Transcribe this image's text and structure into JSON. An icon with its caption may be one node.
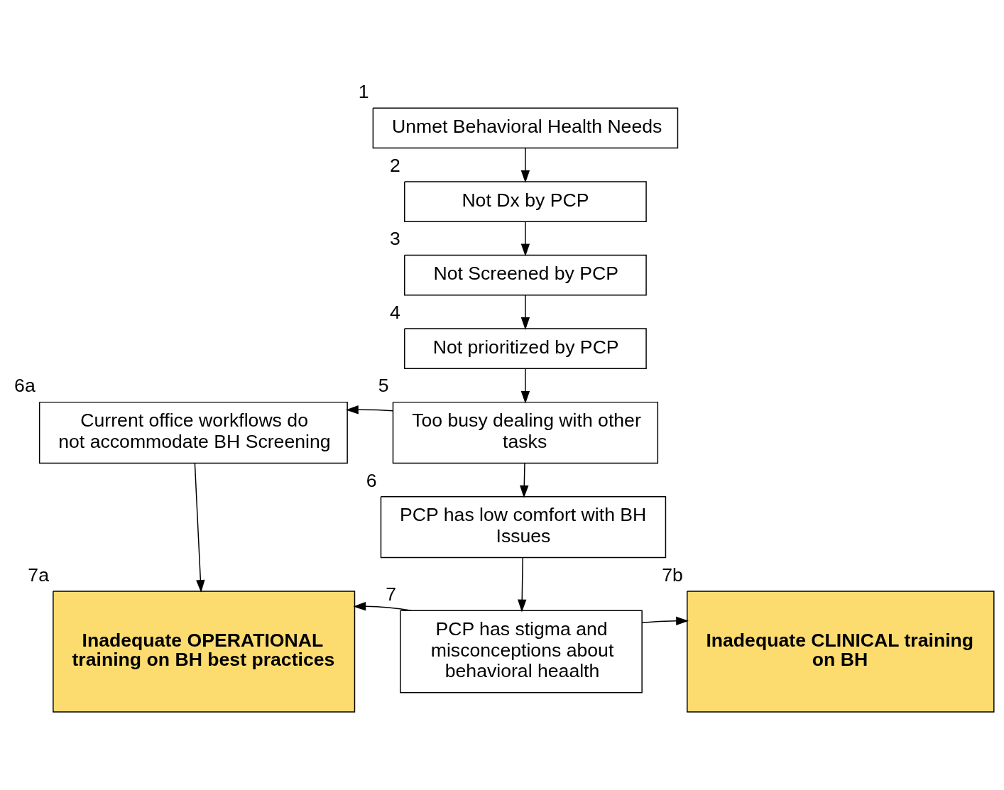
{
  "diagram": {
    "nodes": [
      {
        "text": [
          "Unmet Behavioral Health Needs"
        ],
        "beside": [
          "1"
        ]
      },
      {
        "text": [
          "Not Dx by PCP"
        ],
        "beside": [
          "2"
        ]
      },
      {
        "text": [
          "Not Screened by PCP"
        ],
        "beside": [
          "3"
        ]
      },
      {
        "text": [
          "Not prioritized by PCP"
        ],
        "beside": [
          "4"
        ]
      },
      {
        "text": [
          "Too busy dealing with other tasks"
        ],
        "beside": [
          "5"
        ]
      },
      {
        "text": [
          "Current office workflows do not accommodate BH Screening"
        ],
        "beside": [
          "6a"
        ]
      },
      {
        "text": [
          "PCP has low comfort with BH Issues"
        ],
        "beside": [
          "6"
        ]
      },
      {
        "text": [
          "Inadequate OPERATIONAL training on BH best practices"
        ],
        "beside": [
          "7a"
        ]
      },
      {
        "text": [
          "PCP has stigma and misconceptions about behavioral heaalth"
        ],
        "beside": [
          "7"
        ]
      },
      {
        "text": [
          "Inadequate CLINICAL training on BH"
        ],
        "beside": [
          "7b"
        ]
      }
    ],
    "edges": [
      {
        "from": 0,
        "to": 1,
        "arrow": "to"
      },
      {
        "from": 1,
        "to": 2,
        "arrow": "to"
      },
      {
        "from": 2,
        "to": 3,
        "arrow": "to"
      },
      {
        "from": 3,
        "to": 4,
        "arrow": "to"
      },
      {
        "from": 4,
        "to": 5,
        "arrow": "to"
      },
      {
        "from": 4,
        "to": 6,
        "arrow": "to"
      },
      {
        "from": 5,
        "to": 7,
        "arrow": "to"
      },
      {
        "from": 6,
        "to": 8,
        "arrow": "to"
      },
      {
        "from": 8,
        "to": 7,
        "arrow": "to"
      },
      {
        "from": 8,
        "to": 9,
        "arrow": "to"
      }
    ]
  }
}
